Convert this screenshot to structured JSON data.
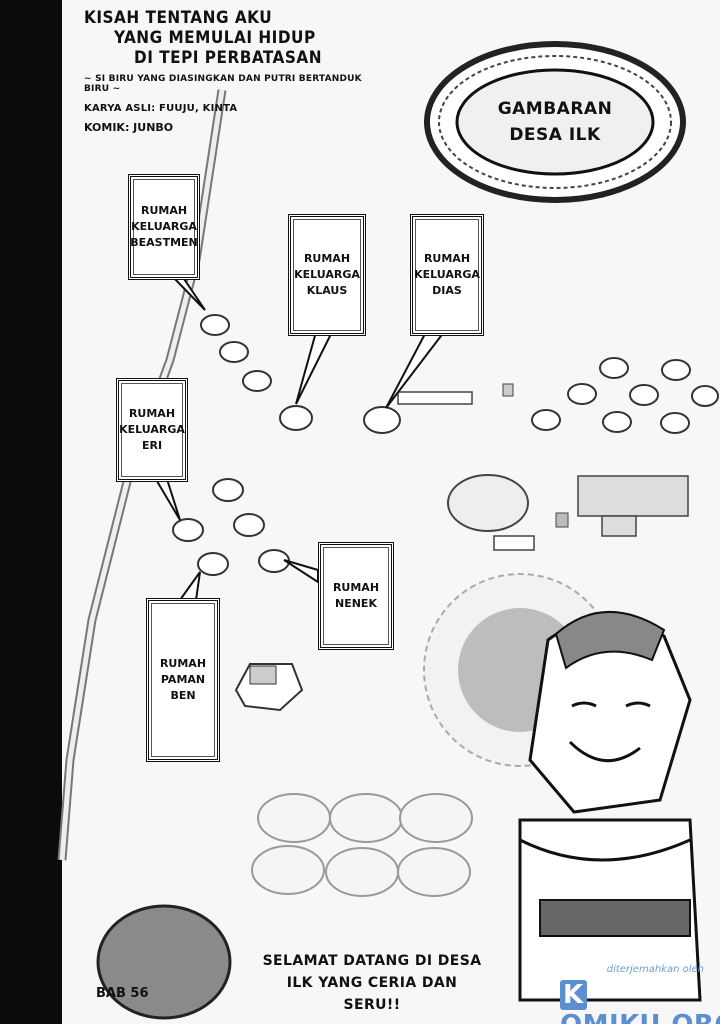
{
  "title": {
    "lines": [
      "KISAH TENTANG AKU",
      "YANG MEMULAI HIDUP",
      "DI TEPI PERBATASAN"
    ],
    "subtitle": "~ SI BIRU YANG DIASINGKAN DAN PUTRI BERTANDUK BIRU ~",
    "original_author": "KARYA ASLI: FUUJU, KINTA",
    "comic_artist": "KOMIK: JUNBO"
  },
  "frame_title": "GAMBARAN DESA ILK",
  "labels": {
    "beastmen": "RUMAH\nKELUARGA\nBEASTMEN",
    "klaus": "RUMAH\nKELUARGA\nKLAUS",
    "dias": "RUMAH\nKELUARGA\nDIAS",
    "eri": "RUMAH\nKELUARGA\nERI",
    "nenek": "RUMAH\nNENEK",
    "paman_ben": "RUMAH\nPAMAN\nBEN"
  },
  "chapter": "BAB 56",
  "welcome_text": "SELAMAT DATANG DI DESA ILK YANG CERIA DAN SERU!!",
  "watermark": {
    "top": "diterjemahkan oleh",
    "logo_box": "K",
    "logo_rest": "OMIKU.ORG"
  }
}
